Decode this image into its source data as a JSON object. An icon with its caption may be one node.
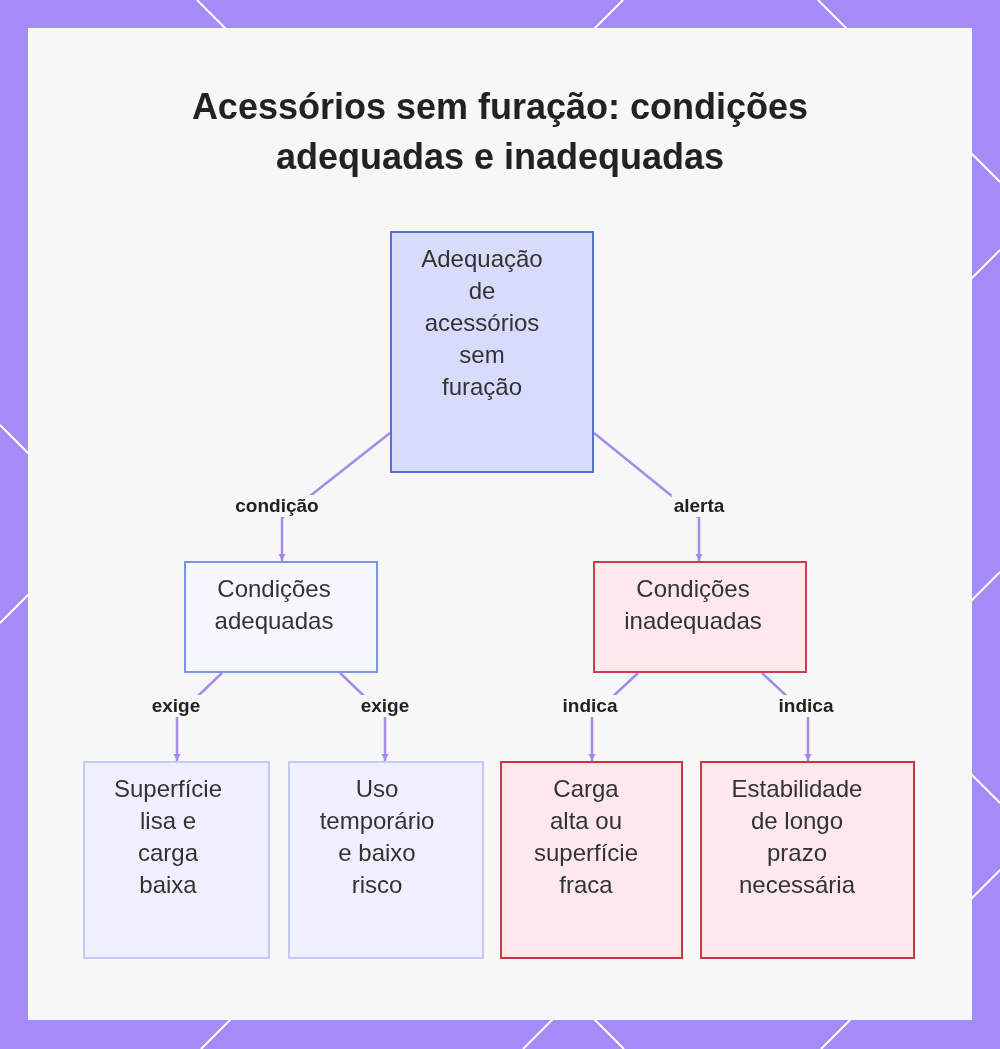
{
  "diagram": {
    "title": "Acessórios sem furação: condições adequadas e inadequadas",
    "nodes": [
      {
        "text": [
          "Adequação de acessórios sem furação"
        ]
      },
      {
        "text": [
          "Condições adequadas"
        ]
      },
      {
        "text": [
          "Condições inadequadas"
        ]
      },
      {
        "text": [
          "Superfície lisa e carga baixa"
        ]
      },
      {
        "text": [
          "Uso temporário e baixo risco"
        ]
      },
      {
        "text": [
          "Carga alta ou superfície fraca"
        ]
      },
      {
        "text": [
          "Estabilidade de longo prazo necessária"
        ]
      }
    ],
    "edges": [
      {
        "from": 0,
        "to": 1,
        "arrow": "to",
        "label": "condição"
      },
      {
        "from": 0,
        "to": 2,
        "arrow": "to",
        "label": "alerta"
      },
      {
        "from": 1,
        "to": 3,
        "arrow": "to",
        "label": "exige"
      },
      {
        "from": 1,
        "to": 4,
        "arrow": "to",
        "label": "exige"
      },
      {
        "from": 2,
        "to": 5,
        "arrow": "to",
        "label": "indica"
      },
      {
        "from": 2,
        "to": 6,
        "arrow": "to",
        "label": "indica"
      }
    ]
  }
}
